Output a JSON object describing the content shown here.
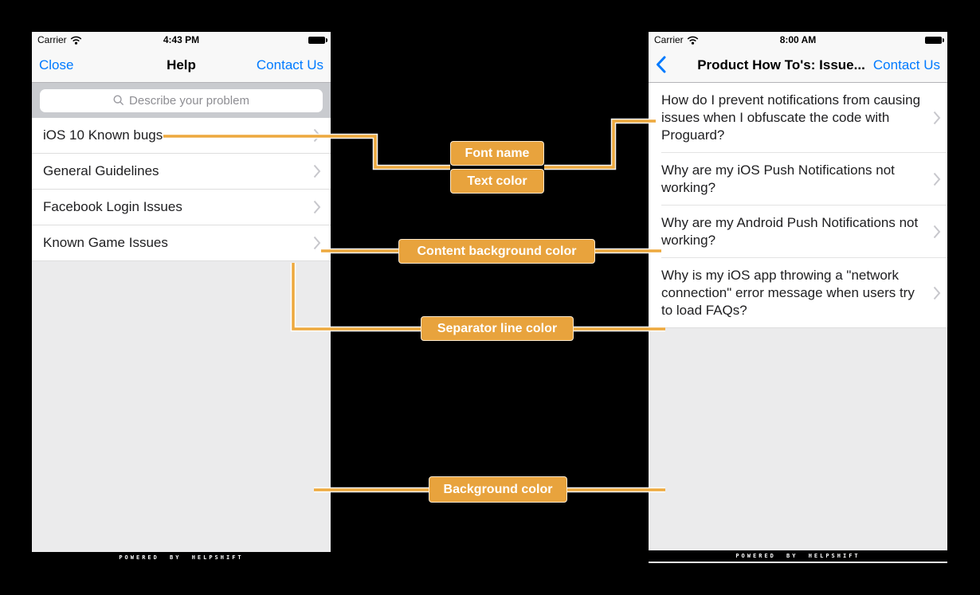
{
  "left_phone": {
    "status_bar": {
      "carrier": "Carrier",
      "time": "4:43 PM",
      "wifi_icon": "wifi-icon",
      "battery_icon": "battery-icon"
    },
    "nav_bar": {
      "left_button": "Close",
      "title": "Help",
      "right_button": "Contact Us"
    },
    "search": {
      "placeholder": "Describe your problem",
      "icon": "search-icon"
    },
    "list_items": [
      "iOS 10 Known bugs",
      "General Guidelines",
      "Facebook Login Issues",
      "Known Game Issues"
    ],
    "footer": "POWERED BY HELPSHIFT"
  },
  "right_phone": {
    "status_bar": {
      "carrier": "Carrier",
      "time": "8:00 AM",
      "wifi_icon": "wifi-icon",
      "battery_icon": "battery-icon"
    },
    "nav_bar": {
      "back_icon": "back-chevron-icon",
      "title": "Product How To's: Issue...",
      "right_button": "Contact Us"
    },
    "list_items": [
      "How do I prevent notifications from causing issues when I obfuscate the code with Proguard?",
      "Why are my iOS Push Notifications not working?",
      "Why are my Android Push Notifications not working?",
      "Why is my iOS app throwing a \"network connection\" error message when users try to load FAQs?"
    ],
    "footer": "POWERED BY HELPSHIFT"
  },
  "annotations": {
    "font_name": "Font name",
    "text_color": "Text color",
    "content_background": "Content background color",
    "separator_line": "Separator line color",
    "background": "Background color"
  },
  "colors": {
    "accent_orange": "#E8A33D",
    "connector_line": "#EDA93E",
    "ios_blue": "#007AFF",
    "content_background": "#FFFFFF",
    "screen_background": "#EBEBEC",
    "separator": "#DEDEDE",
    "search_band": "#C9CBCF",
    "chrome_bar": "#F8F8F8",
    "canvas": "#000000"
  }
}
